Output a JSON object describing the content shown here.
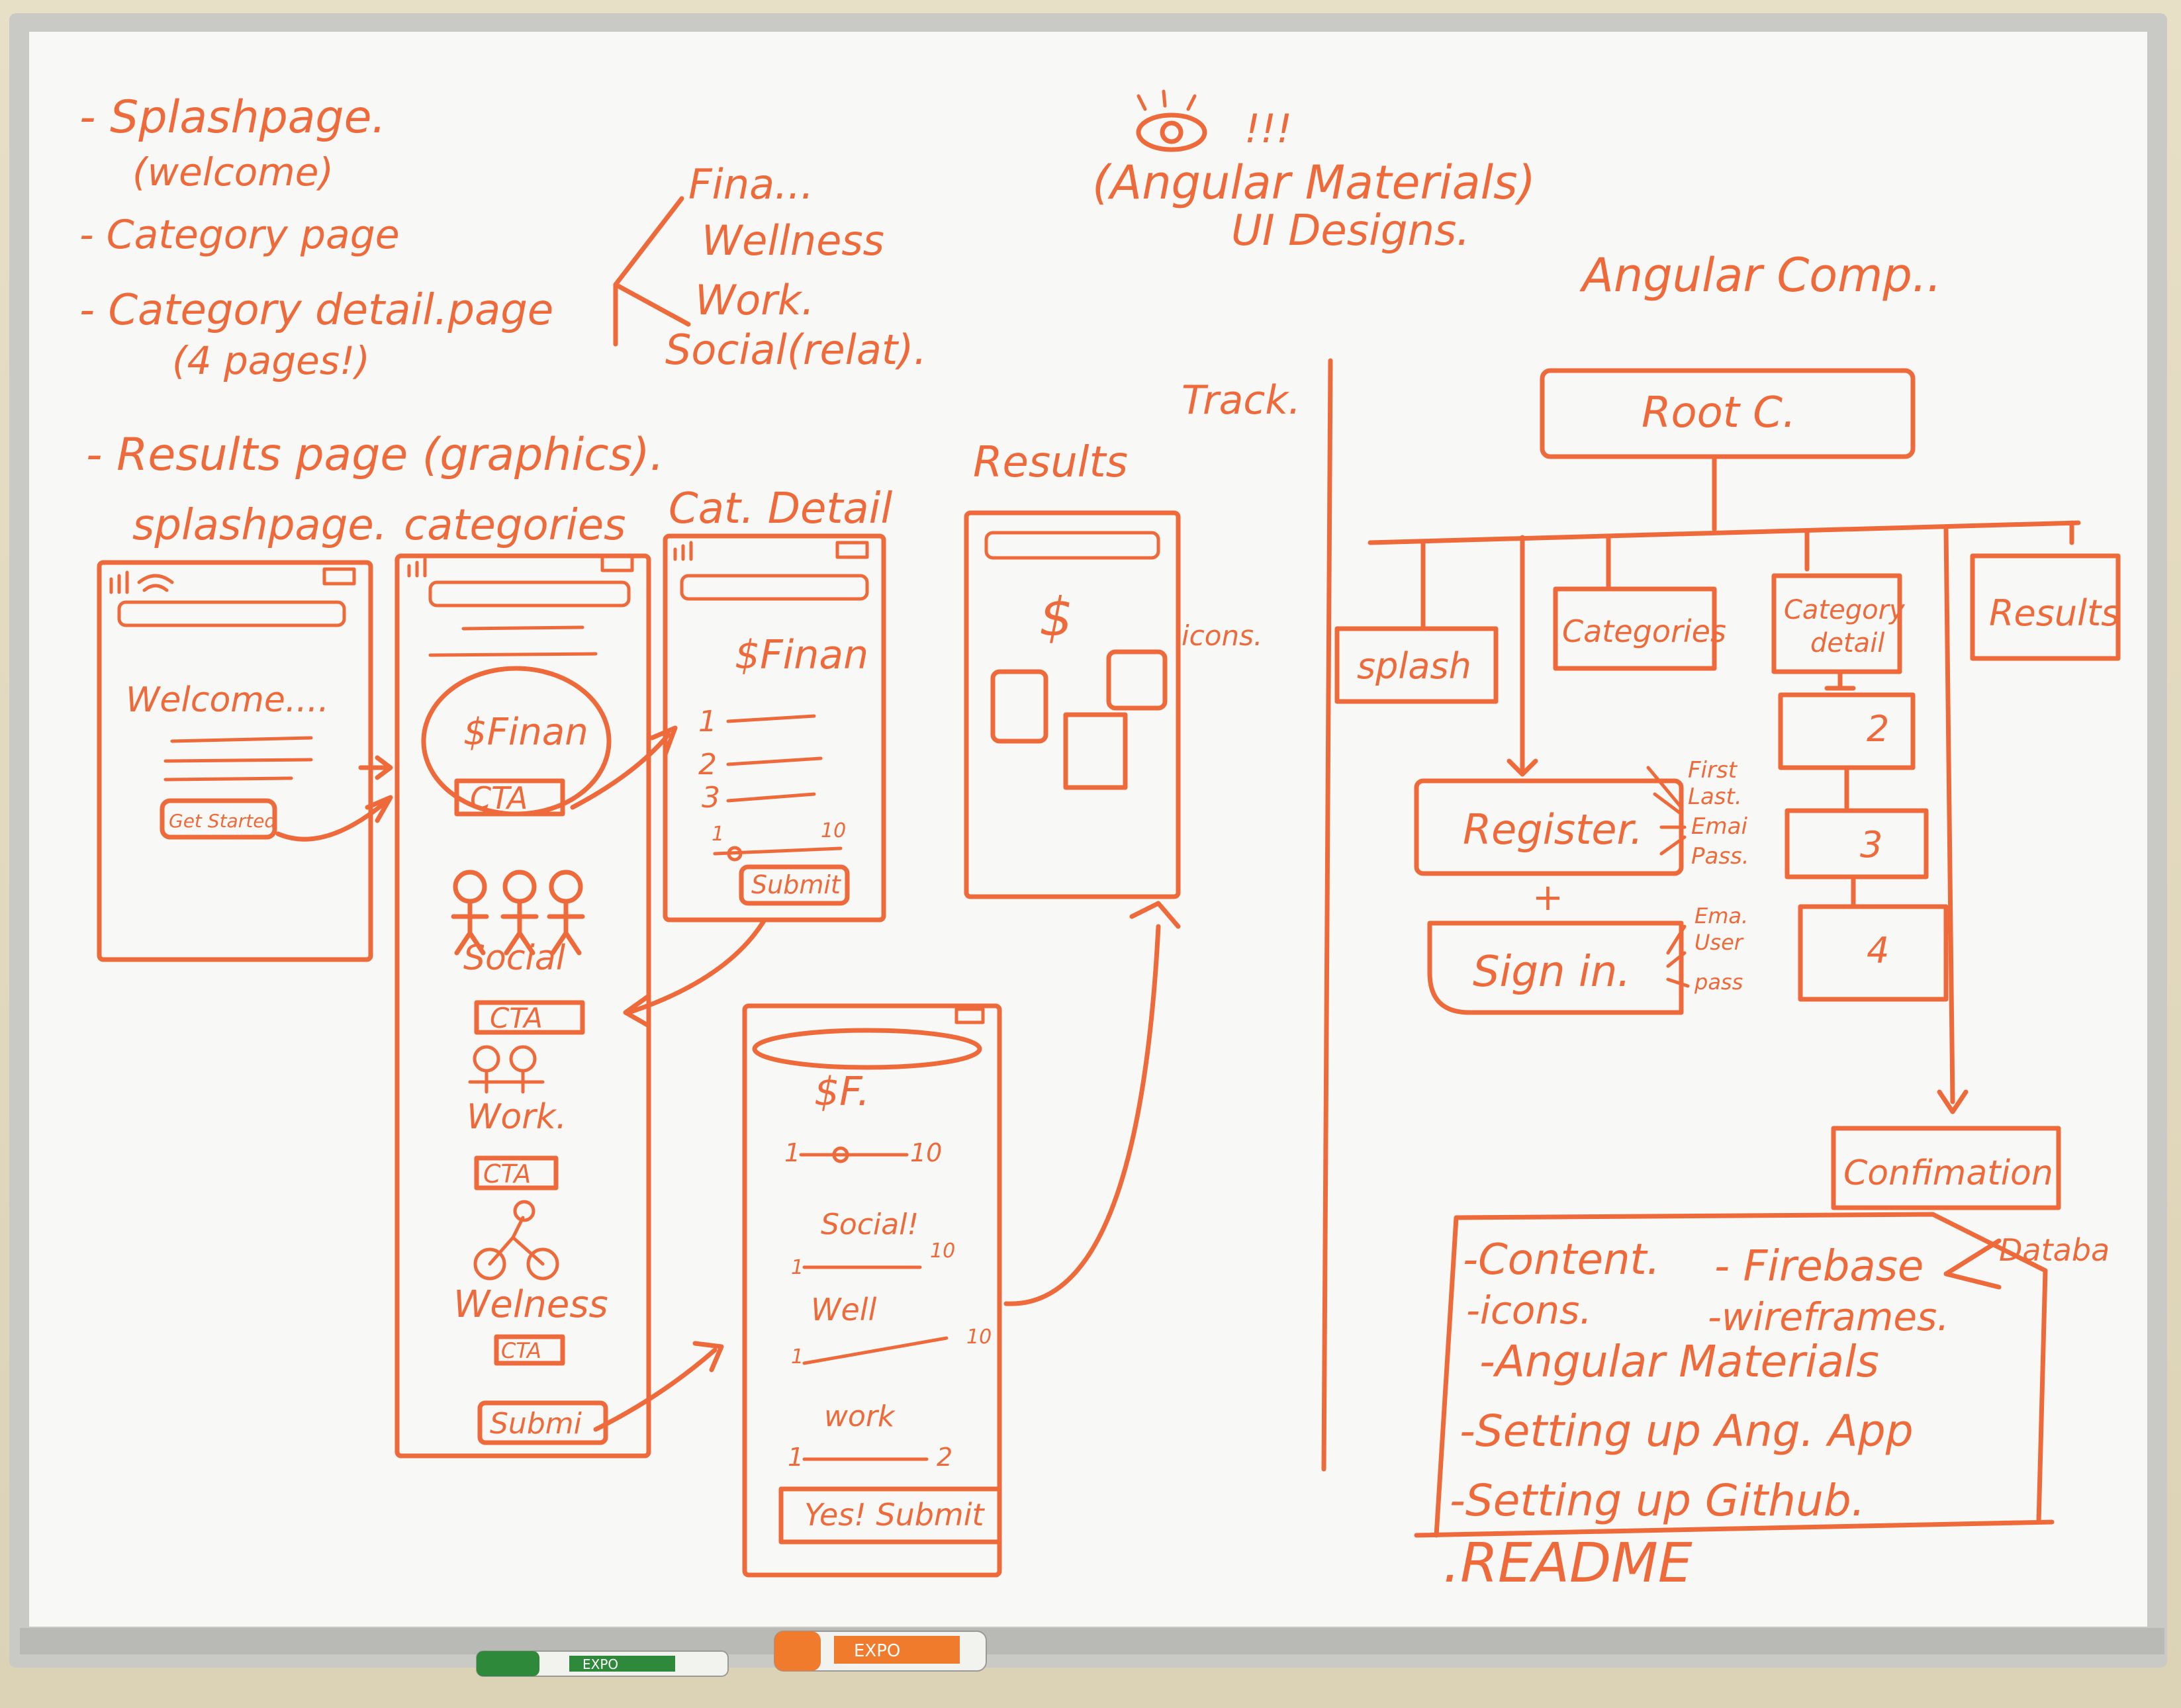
{
  "board": {
    "frame_color": "#c9c9c6",
    "surface_color": "#f8f8f6",
    "ink_color": "#ef6a3a"
  },
  "notes": {
    "pages": {
      "l1": "- Splashpage.",
      "l2": "(welcome)",
      "l3": "- Category page",
      "l4": "- Category detail.page",
      "l5": "(4 pages!)",
      "l6": "- Results page (graphics)."
    },
    "categories_list": [
      "Fina...",
      "Wellness",
      "Work.",
      "Social(relat)."
    ],
    "materials": {
      "l1": "!!!",
      "l2": "(Angular Materials)",
      "l3": "UI Designs."
    },
    "angular_comp": "Angular Comp..",
    "track": "Track."
  },
  "wireframes": {
    "labels": {
      "splash": "splashpage.",
      "categories": "categories",
      "detail": "Cat. Detail",
      "results": "Results"
    },
    "splash": {
      "welcome": "Welcome....",
      "button": "Get Started"
    },
    "categories": {
      "finance": "$Finan",
      "cta": "CTA",
      "social": "Social",
      "work": "Work.",
      "wellness": "Welness",
      "submit": "Submi"
    },
    "detail": {
      "title": "$Finan",
      "rows": [
        "1",
        "2",
        "3"
      ],
      "slider_min": "1",
      "slider_max": "10",
      "submit": "Submit"
    },
    "results": {
      "dollar": "$",
      "icons": "icons."
    },
    "summary": {
      "title": "$F.",
      "s1_min": "1",
      "s1_max": "10",
      "social": "Social!",
      "s2_min": "1",
      "s2_max": "10",
      "well": "Well",
      "s3_min": "1",
      "s3_max": "10",
      "work": "work",
      "s4_min": "1",
      "s4_max": "2",
      "submit": "Yes! Submit"
    }
  },
  "tree": {
    "root": "Root C.",
    "splash": "splash",
    "categories": "Categories",
    "detail_l1": "Category",
    "detail_l2": "detail",
    "results": "Results",
    "p2": "2",
    "p3": "3",
    "p4": "4",
    "register": "Register.",
    "plus": "+",
    "signin": "Sign in.",
    "reg_fields": [
      "First",
      "Last.",
      "Emai",
      "Pass."
    ],
    "signin_fields": [
      "Ema.",
      "User",
      "pass"
    ],
    "confirmation": "Confimation"
  },
  "todo": {
    "l1": "-Content.",
    "l1b": "- Firebase",
    "database": "Databa",
    "l2": "-icons.",
    "l2b": "-wireframes.",
    "l3": "-Angular Materials",
    "l4": "-Setting up Ang. App",
    "l5": "-Setting up Github.",
    "l6": ".README"
  },
  "markers": {
    "green_label": "EXPO",
    "orange_label": "EXPO"
  }
}
